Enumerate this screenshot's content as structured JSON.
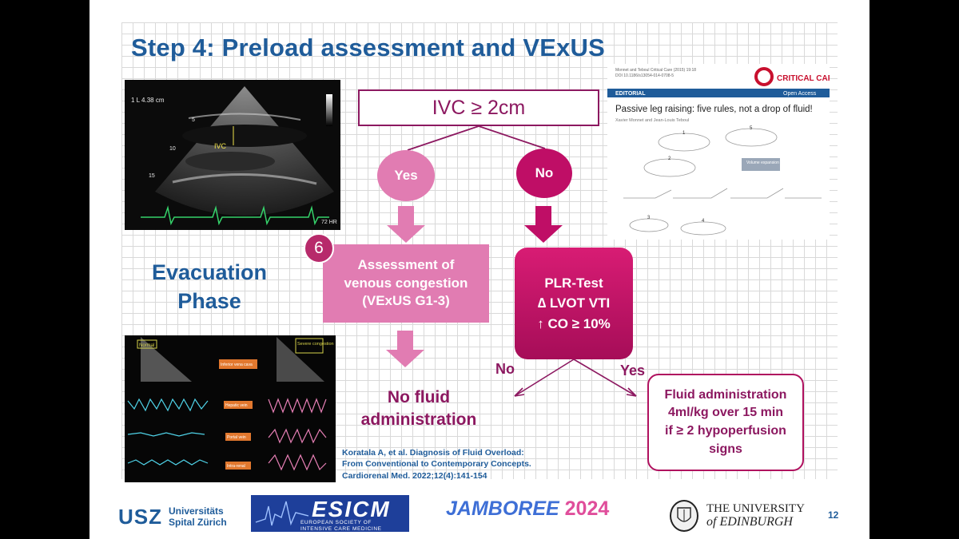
{
  "slide": {
    "title": "Step 4: Preload assessment and VExUS",
    "page_number": "12",
    "phase_label": "Evacuation Phase"
  },
  "flow": {
    "ivc_criterion": "IVC ≥ 2cm",
    "yes_branch": "Yes",
    "no_branch": "No",
    "step_badge": "6",
    "congestion_assessment": [
      "Assessment of",
      "venous congestion",
      "(VExUS G1-3)"
    ],
    "no_fluid": "No fluid administration",
    "plr_test": [
      "PLR-Test",
      "∆ LVOT VTI",
      "↑ CO ≥ 10%"
    ],
    "plr_no": "No",
    "plr_yes": "Yes",
    "fluid_admin": [
      "Fluid administration",
      "4ml/kg over 15 min",
      "if ≥ 2 hypoperfusion",
      "signs"
    ]
  },
  "citation": [
    "Koratala A, et al. Diagnosis of Fluid Overload:",
    "From Conventional to Contemporary Concepts.",
    "Cardiorenal Med. 2022;12(4):141-154"
  ],
  "echo_image": {
    "depth_readout": "1 L 4.38 cm",
    "ivc_label": "IVC",
    "hr_readout": "72 HR",
    "scale": [
      "5",
      "10",
      "15"
    ]
  },
  "paper_image": {
    "journal_logo": "CRITICAL CARE",
    "editorial_label": "EDITORIAL",
    "access_label": "Open Access",
    "article_title": "Passive leg raising: five rules, not a drop of fluid!",
    "authors": "Xavier Monnet and Jean-Louis Teboul",
    "citation_header": "Monnet and Teboul Critical Care (2015) 19:18",
    "doi": "DOI 10.1186/s13054-014-0708-5",
    "steps": [
      "1",
      "2",
      "3",
      "4",
      "5"
    ],
    "volume_label": "Volume expansion"
  },
  "doppler_image": {
    "normal_label": "Normal",
    "severe_label": "Severe congestion",
    "ivc_label": "Inferior vena cava",
    "hepatic_label": "Hepatic vein",
    "portal_label": "Portal vein",
    "intrarenal_label": "Intra-renal"
  },
  "logos": {
    "usz_mark": "USZ",
    "usz_name": [
      "Universitäts",
      "Spital Zürich"
    ],
    "esicm_mark": "ESICM",
    "esicm_sub": [
      "EUROPEAN SOCIETY OF",
      "INTENSIVE CARE MEDICINE"
    ],
    "jamboree": "JAMBOREE",
    "jamboree_year": "2024",
    "edinburgh": [
      "THE UNIVERSITY",
      "of EDINBURGH"
    ]
  },
  "colors": {
    "title_blue": "#1f5c9a",
    "plum": "#8c1860",
    "pink_light": "#e17cb2",
    "magenta": "#bf0e66"
  }
}
